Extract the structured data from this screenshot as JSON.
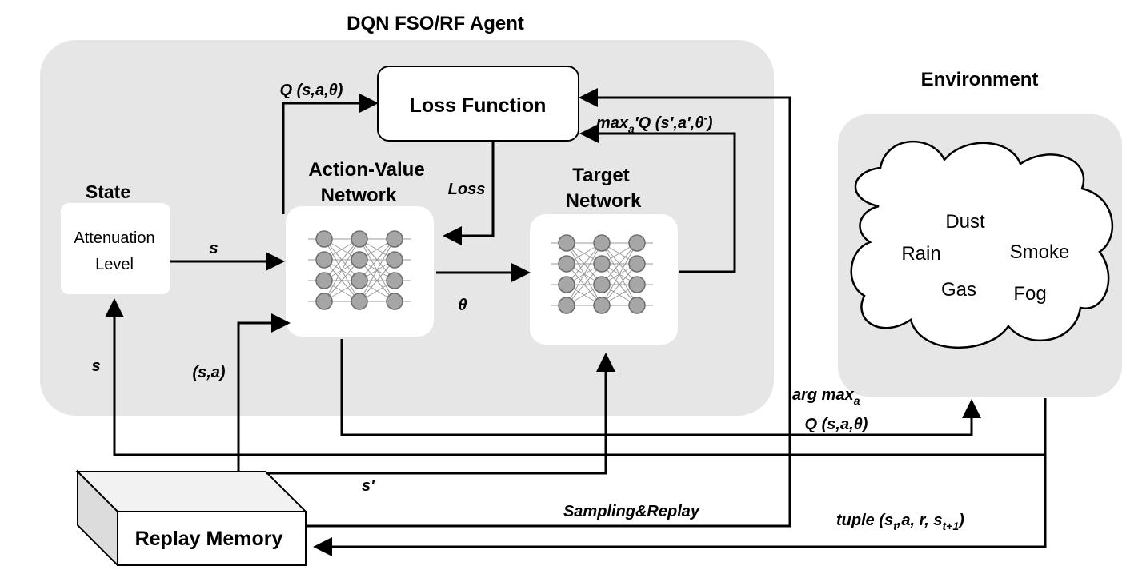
{
  "agent": {
    "title": "DQN FSO/RF Agent"
  },
  "state": {
    "title": "State",
    "line1": "Attenuation",
    "line2": "Level"
  },
  "loss_function": {
    "label": "Loss Function"
  },
  "action_value": {
    "title_line1": "Action-Value",
    "title_line2": "Network"
  },
  "target": {
    "title_line1": "Target",
    "title_line2": "Network"
  },
  "environment": {
    "title": "Environment",
    "conditions": [
      "Dust",
      "Rain",
      "Smoke",
      "Gas",
      "Fog"
    ]
  },
  "replay_memory": {
    "label": "Replay Memory"
  },
  "labels": {
    "q_sa": "Q (s,a,θ)",
    "max_prefix": "max",
    "max_sub_a": "a",
    "max_rest": "′Q (s′,a′,θ",
    "max_sup": "-",
    "max_close": ")",
    "loss": "Loss",
    "s_state": "s",
    "theta": "θ",
    "s_left": "s",
    "sa": "(s,a)",
    "s_prime": "s′",
    "argmax_prefix": "arg max",
    "argmax_sub": "a",
    "argmax_q": "Q (s,a,θ)",
    "sampling": "Sampling&Replay",
    "tuple_prefix": "tuple (s",
    "tuple_sub_t": "t",
    "tuple_mid": ",a, r, s",
    "tuple_sub_t1": "t+1",
    "tuple_close": ")"
  }
}
